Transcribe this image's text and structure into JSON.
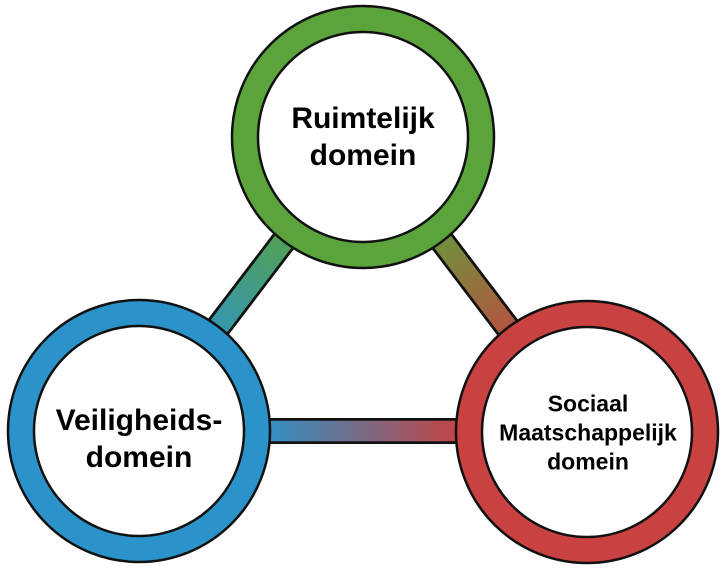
{
  "diagram": {
    "background_color": "#ffffff",
    "outline_color": "#111111",
    "text_color": "#000000",
    "nodes": [
      {
        "id": "ruimtelijk-domein",
        "lines": [
          "Ruimtelijk",
          "domein"
        ],
        "color": "#5ba43c"
      },
      {
        "id": "veiligheidsdomein",
        "lines": [
          "Veiligheids-",
          "domein"
        ],
        "color": "#2c93ca"
      },
      {
        "id": "sociaal-maatschappelijk-domein",
        "lines": [
          "Sociaal",
          "Maatschappelijk",
          "domein"
        ],
        "color": "#c94141"
      }
    ],
    "connectors": [
      {
        "from": "ruimtelijk-domein",
        "to": "veiligheidsdomein"
      },
      {
        "from": "ruimtelijk-domein",
        "to": "sociaal-maatschappelijk-domein"
      },
      {
        "from": "veiligheidsdomein",
        "to": "sociaal-maatschappelijk-domein"
      }
    ]
  }
}
